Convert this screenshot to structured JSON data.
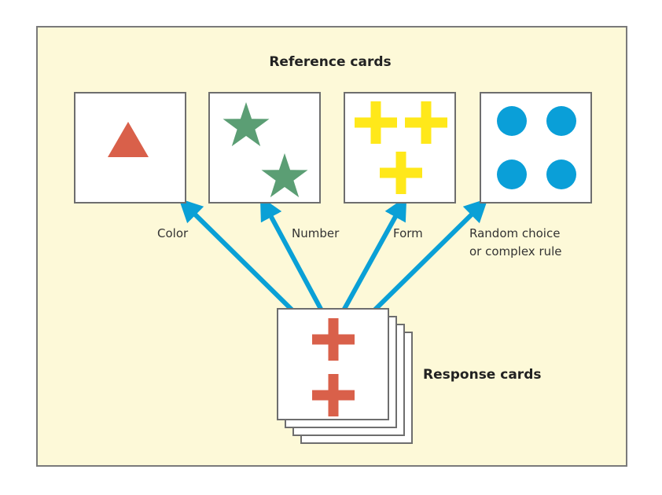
{
  "diagram": {
    "reference_title": "Reference cards",
    "response_title": "Response cards",
    "colors": {
      "background": "#fdf9d8",
      "frame_border": "#7a7a7a",
      "arrow": "#0aa0d6",
      "red": "#d9604a",
      "green": "#5b9e74",
      "yellow": "#ffe81a",
      "blue": "#0a9fd8"
    },
    "reference_cards": [
      {
        "shape": "triangle",
        "count": 1,
        "color": "red"
      },
      {
        "shape": "star",
        "count": 2,
        "color": "green"
      },
      {
        "shape": "cross",
        "count": 3,
        "color": "yellow"
      },
      {
        "shape": "circle",
        "count": 4,
        "color": "blue"
      }
    ],
    "rules": [
      {
        "label_lines": [
          "Color"
        ]
      },
      {
        "label_lines": [
          "Number"
        ]
      },
      {
        "label_lines": [
          "Form"
        ]
      },
      {
        "label_lines": [
          "Random choice",
          "or complex rule"
        ]
      }
    ],
    "response_card": {
      "shape": "cross",
      "count": 2,
      "color": "red",
      "stack_depth": 4
    }
  }
}
